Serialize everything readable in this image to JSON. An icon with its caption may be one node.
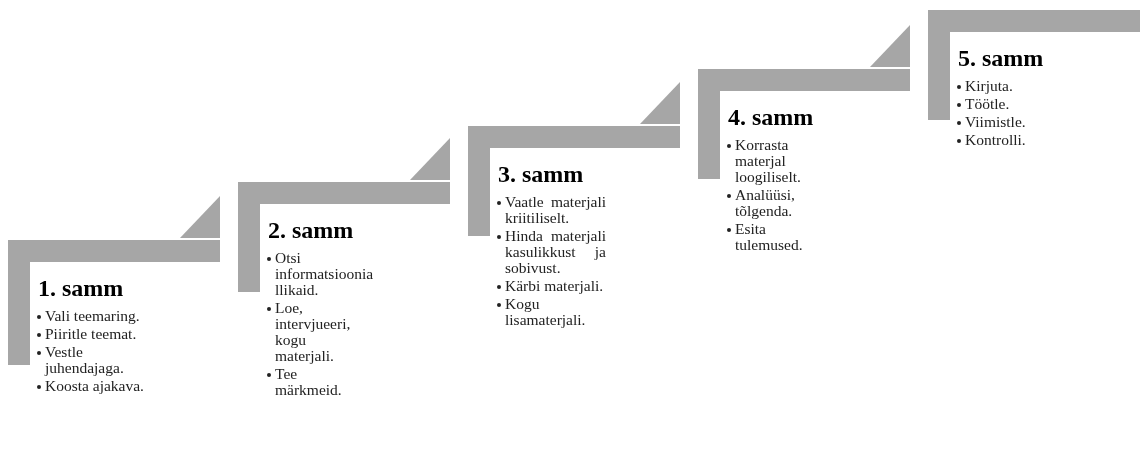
{
  "diagram": {
    "nodes": [
      {
        "text": [
          "1. samm",
          "Vali teemaring.",
          "Piiritle teemat.",
          "Vestle juhendajaga.",
          "Koosta ajakava."
        ]
      },
      {
        "text": [
          "2. samm",
          "Otsi informatsioonia llikaid.",
          "Loe, intervjueeri, kogu materjali.",
          "Tee märkmeid."
        ]
      },
      {
        "text": [
          "3. samm",
          "Vaatle materjali kriitiliselt.",
          "Hinda materjali kasulikkust ja sobivust.",
          "Kärbi materjali.",
          "Kogu lisamaterjali."
        ]
      },
      {
        "text": [
          "4. samm",
          "Korrasta materjal loogiliselt.",
          "Analüüsi, tõlgenda.",
          "Esita tulemused."
        ]
      },
      {
        "text": [
          "5. samm",
          "Kirjuta.",
          "Töötle.",
          "Viimistle.",
          "Kontrolli."
        ]
      }
    ]
  }
}
